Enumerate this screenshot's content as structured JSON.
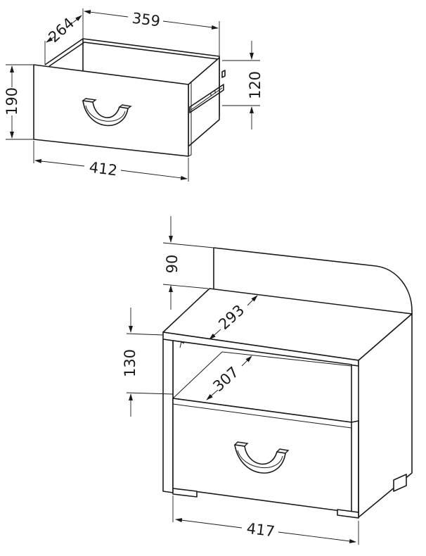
{
  "drawer_dimensions": {
    "depth": "264",
    "width_inner": "359",
    "height": "190",
    "height_inner": "120",
    "width_front": "412"
  },
  "cabinet_dimensions": {
    "backrest_height": "90",
    "top_depth": "293",
    "open_height": "130",
    "shelf_depth": "307",
    "width": "417"
  }
}
